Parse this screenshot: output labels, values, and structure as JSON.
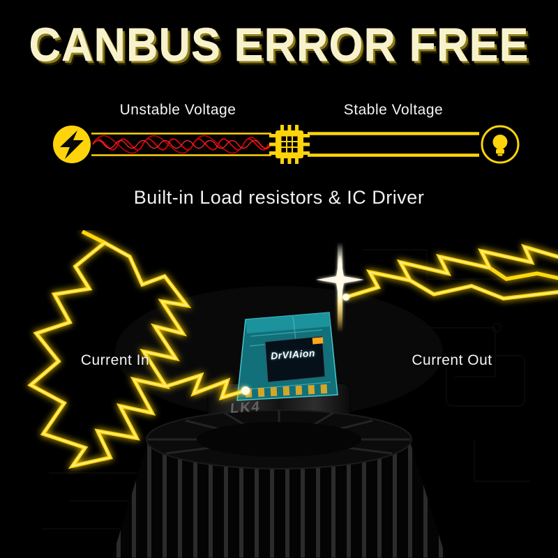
{
  "title": "CANBUS ERROR FREE",
  "diagram": {
    "unstable_label": "Unstable Voltage",
    "stable_label": "Stable Voltage",
    "icons": {
      "left": "lightning-icon",
      "center": "ic-chip-icon",
      "right": "bulb-icon"
    }
  },
  "subtitle": "Built-in Load resistors & IC Driver",
  "product": {
    "chip_brand": "DrVIAion",
    "chip_marking": "LK4",
    "current_in_label": "Current In",
    "current_out_label": "Current Out"
  },
  "colors": {
    "accent_yellow": "#ffd40a",
    "title_cream": "#f7f2cc",
    "error_red": "#e60000",
    "pcb_teal": "#12707a",
    "background": "#000000"
  }
}
